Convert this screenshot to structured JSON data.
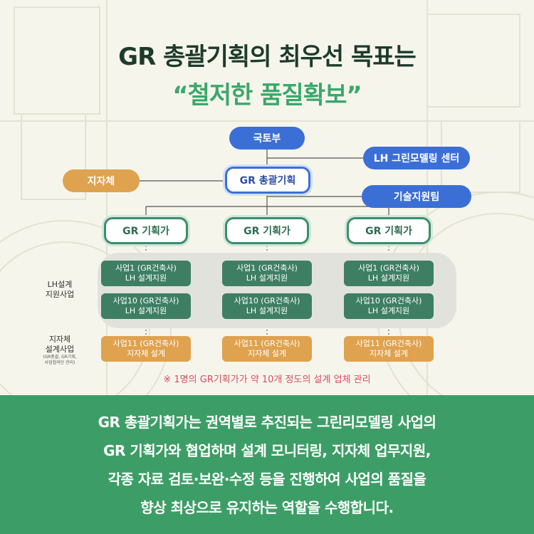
{
  "title": {
    "line1": "GR 총괄기획의 최우선 목표는",
    "line2": "“철저한 품질확보”"
  },
  "nodes": {
    "ministry": "국토부",
    "lh_center": "LH 그린모델링 센터",
    "local_gov": "지자체",
    "gr_general": "GR 총괄기획",
    "tech_support": "기술지원팀",
    "planners": [
      "GR 기획가",
      "GR 기획가",
      "GR 기획가"
    ]
  },
  "side_labels": {
    "lh_support_line1": "LH설계",
    "lh_support_line2": "지원사업",
    "local_line1": "지자체",
    "local_line2": "설계사업",
    "local_sub1": "(GR총괄, GR기획,",
    "local_sub2": "사업협의단 관리)"
  },
  "columns": [
    {
      "project1_line1": "사업1 (GR건축사)",
      "project1_line2": "LH 설계지원",
      "project10_line1": "사업10 (GR건축사)",
      "project10_line2": "LH 설계지원",
      "project11_line1": "사업11 (GR건축사)",
      "project11_line2": "지자체 설계"
    },
    {
      "project1_line1": "사업1 (GR건축사)",
      "project1_line2": "LH 설계지원",
      "project10_line1": "사업10 (GR건축사)",
      "project10_line2": "LH 설계지원",
      "project11_line1": "사업11 (GR건축사)",
      "project11_line2": "지자체 설계"
    },
    {
      "project1_line1": "사업1 (GR건축사)",
      "project1_line2": "LH 설계지원",
      "project10_line1": "사업10 (GR건축사)",
      "project10_line2": "LH 설계지원",
      "project11_line1": "사업11 (GR건축사)",
      "project11_line2": "지자체 설계"
    }
  ],
  "note": "※ 1명의 GR기획가가 약 10개 정도의 설계 업체 관리",
  "description": [
    "GR 총괄기획가는 권역별로 추진되는 그린리모델링 사업의",
    "GR 기획가와 협업하며 설계 모니터링, 지자체 업무지원,",
    "각종 자료 검토·보완·수정 등을 진행하여 사업의 품질을",
    "향상 최상으로 유지하는 역할을 수행합니다."
  ],
  "colors": {
    "title_dark": "#1d3b2b",
    "title_green": "#3aa86b",
    "blue": "#3c6fd6",
    "orange": "#dfa24f",
    "dark_green": "#3e7f63",
    "banner_green": "#3c9e66",
    "note_red": "#d94c5e"
  }
}
